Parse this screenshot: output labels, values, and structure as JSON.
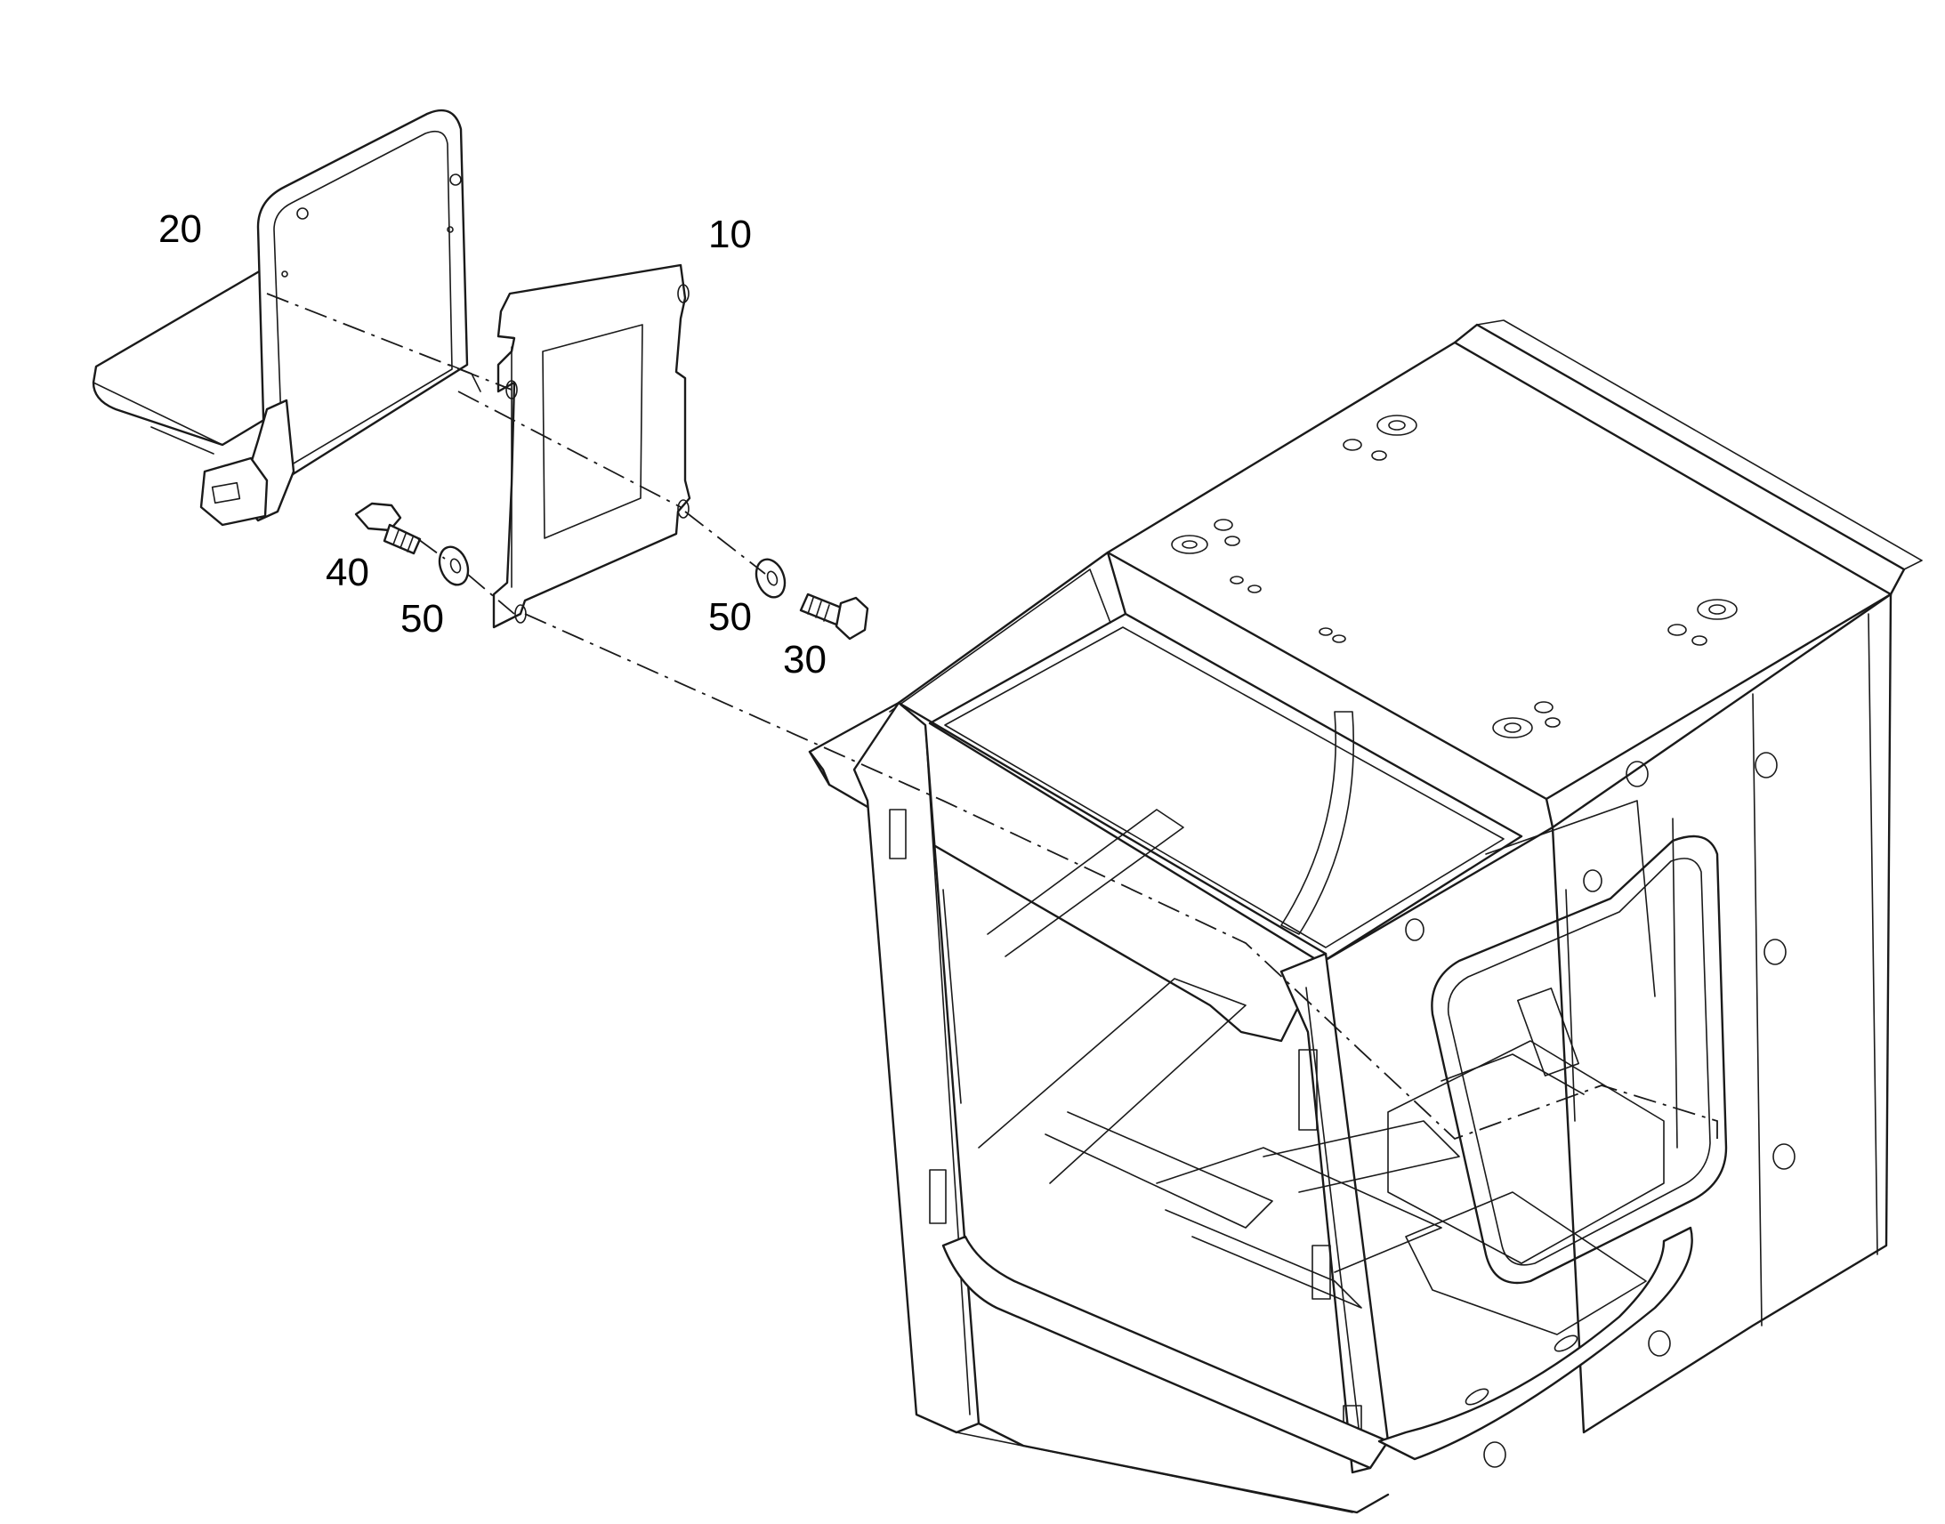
{
  "callouts": [
    {
      "id": "seat",
      "text": "20"
    },
    {
      "id": "bracket",
      "text": "10"
    },
    {
      "id": "bolt-left",
      "text": "40"
    },
    {
      "id": "washer-left",
      "text": "50"
    },
    {
      "id": "washer-right",
      "text": "50"
    },
    {
      "id": "bolt-right",
      "text": "30"
    }
  ],
  "colors": {
    "line": "#1a1a1a",
    "background": "#ffffff"
  }
}
